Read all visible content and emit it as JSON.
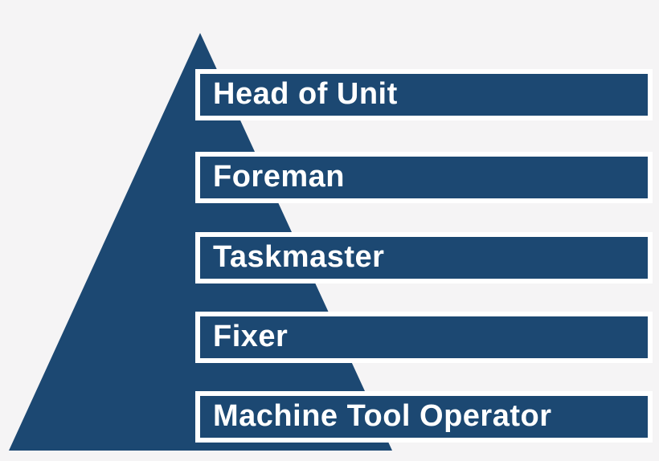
{
  "diagram": {
    "type": "pyramid-hierarchy",
    "levels": [
      {
        "rank": 1,
        "label": "Head of Unit"
      },
      {
        "rank": 2,
        "label": "Foreman"
      },
      {
        "rank": 3,
        "label": "Taskmaster"
      },
      {
        "rank": 4,
        "label": "Fixer"
      },
      {
        "rank": 5,
        "label": "Machine Tool Operator"
      }
    ],
    "colors": {
      "pyramid": "#1C4872",
      "bar_fill": "#1C4872",
      "bar_border": "#FFFFFF",
      "label_text": "#FFFFFF",
      "background": "#F5F4F5"
    }
  }
}
